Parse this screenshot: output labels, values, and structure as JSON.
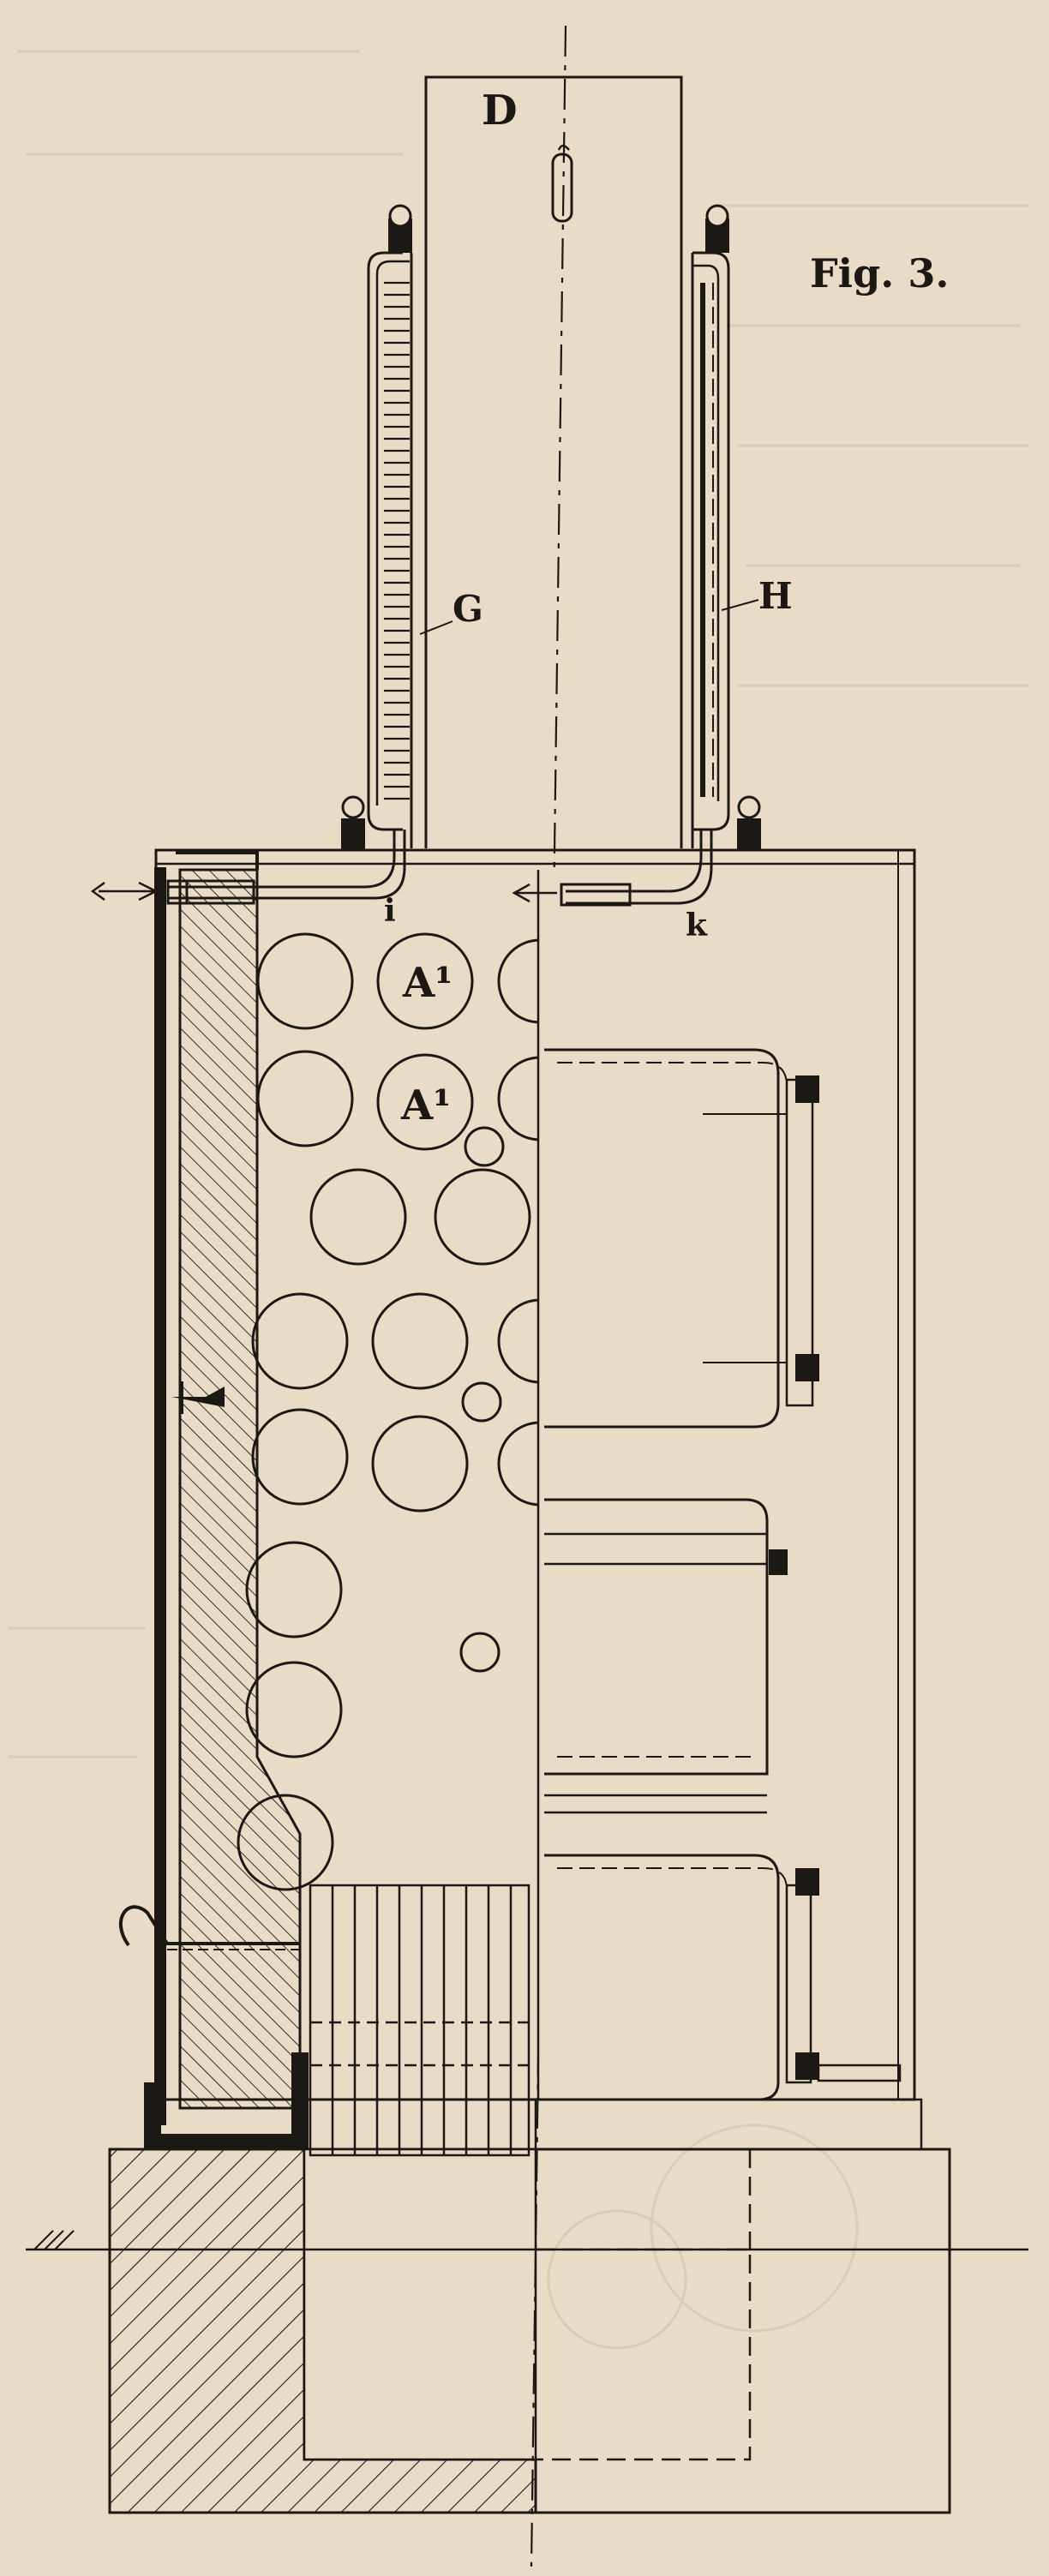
{
  "figure": {
    "caption": "Fig. 3.",
    "labels": {
      "D": "D",
      "G": "G",
      "H": "H",
      "i": "i",
      "k": "k",
      "A1": "A¹"
    }
  },
  "colors": {
    "paper": "#e9dcc6",
    "ink": "#1c1914"
  }
}
